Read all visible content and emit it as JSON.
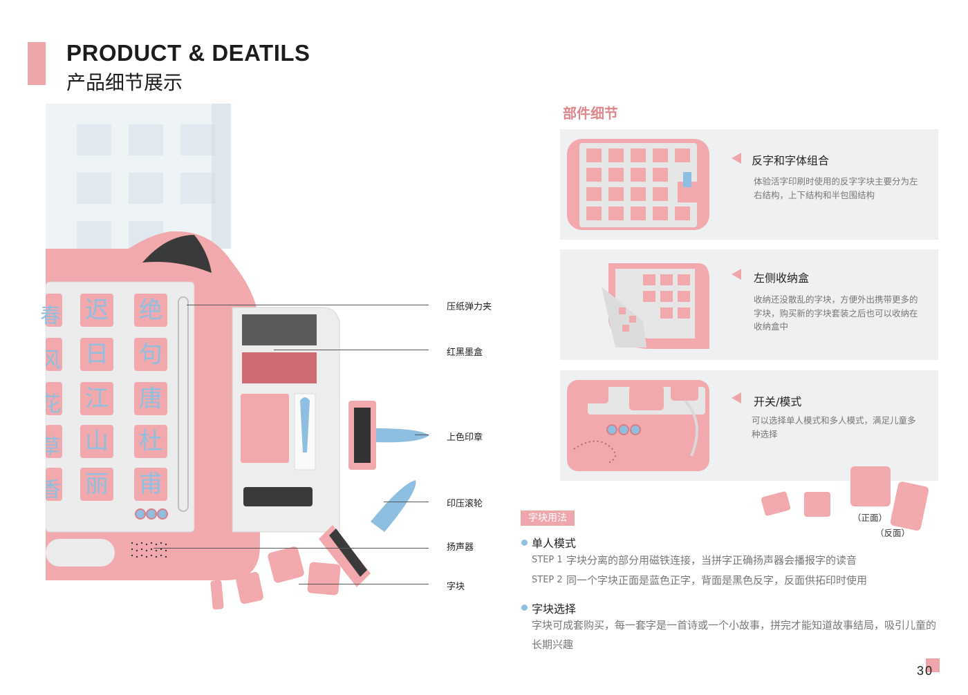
{
  "header": {
    "title_en": "PRODUCT & DEATILS",
    "title_cn": "产品细节展示"
  },
  "product": {
    "characters": [
      [
        "春",
        "迟",
        "绝"
      ],
      [
        "风",
        "日",
        "句"
      ],
      [
        "花",
        "江",
        "唐"
      ],
      [
        "草",
        "山",
        "杜"
      ],
      [
        "香",
        "丽",
        "甫"
      ]
    ]
  },
  "callouts": [
    {
      "label": "压纸弹力夹"
    },
    {
      "label": "红黑墨盒"
    },
    {
      "label": "上色印章"
    },
    {
      "label": "印压滚轮"
    },
    {
      "label": "扬声器"
    },
    {
      "label": "字块"
    }
  ],
  "parts": {
    "title": "部件细节",
    "cards": [
      {
        "title": "反字和字体组合",
        "desc": "体验活字印刷时使用的反字字块主要分为左右结构，上下结构和半包围结构"
      },
      {
        "title": "左侧收纳盒",
        "desc": "收纳还没散乱的字块，方便外出携带更多的字块，购买新的字块套装之后也可以收纳在收纳盒中"
      },
      {
        "title": "开关/模式",
        "desc": "可以选择单人模式和多人模式，满足儿童多种选择"
      }
    ]
  },
  "usage": {
    "badge": "字块用法",
    "single_mode": {
      "title": "单人模式",
      "steps": [
        {
          "label": "STEP 1",
          "text": "字块分离的部分用磁铁连接，当拼字正确扬声器会播报字的读音"
        },
        {
          "label": "STEP 2",
          "text": "同一个字块正面是蓝色正字，背面是黑色反字，反面供拓印时使用"
        }
      ]
    },
    "block_select": {
      "title": "字块选择",
      "text": "字块可成套购买，每一套字是一首诗或一个小故事，拼完才能知道故事结局，吸引儿童的长期兴趣"
    }
  },
  "blocks_labels": {
    "front": "（正面）",
    "back": "（反面）"
  },
  "page_number": "30",
  "colors": {
    "accent": "#eea6aa",
    "pink_body": "#f2a9ad",
    "blue": "#8fbfe0",
    "heading_pink": "#e0868d"
  }
}
